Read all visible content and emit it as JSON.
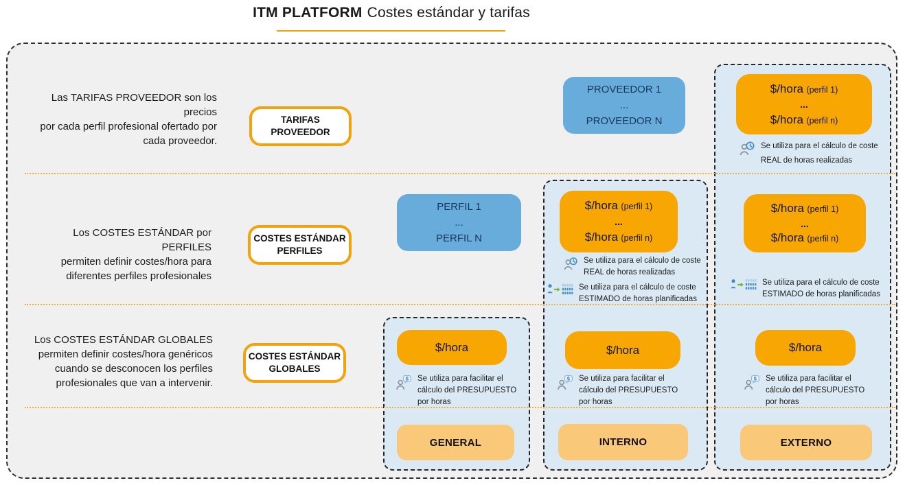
{
  "title": {
    "brand": "ITM PLATFORM",
    "subtitle": "Costes estándar y tarifas"
  },
  "rows": [
    {
      "description": [
        "Las TARIFAS PROVEEDOR son los precios",
        "por cada perfil profesional ofertado por",
        "cada proveedor."
      ],
      "label": [
        "TARIFAS",
        "PROVEEDOR"
      ]
    },
    {
      "description": [
        "Los COSTES ESTÁNDAR por PERFILES",
        "permiten definir costes/hora para",
        "diferentes perfiles profesionales"
      ],
      "label": [
        "COSTES ESTÁNDAR",
        "PERFILES"
      ]
    },
    {
      "description": [
        "Los COSTES ESTÁNDAR GLOBALES",
        "permiten  definir costes/hora genéricos",
        "cuando se desconocen los perfiles",
        "profesionales que van a intervenir."
      ],
      "label": [
        "COSTES ESTÁNDAR",
        "GLOBALES"
      ]
    }
  ],
  "entities": {
    "proveedor": [
      "PROVEEDOR 1",
      "...",
      "PROVEEDOR N"
    ],
    "perfil": [
      "PERFIL 1",
      "...",
      "PERFIL N"
    ]
  },
  "rates": {
    "profile": {
      "line1_main": "$/hora",
      "line1_sub": "(perfil 1)",
      "dots": "...",
      "line2_main": "$/hora",
      "line2_sub": "(perfil n)"
    },
    "global": "$/hora"
  },
  "notes": {
    "real": {
      "icon": "person-clock",
      "lines": [
        "Se utiliza para el cálculo de coste",
        "REAL  de horas realizadas"
      ]
    },
    "estimado": {
      "icon": "person-grid",
      "lines": [
        "Se utiliza para el cálculo de coste",
        "ESTIMADO  de horas planificadas"
      ]
    },
    "presupuesto": {
      "icon": "person-dollar",
      "lines": [
        "Se utiliza para facilitar el",
        "cálculo del PRESUPUESTO",
        "por horas"
      ]
    }
  },
  "columns": {
    "general": {
      "footer": "GENERAL"
    },
    "interno": {
      "footer": "INTERNO"
    },
    "externo": {
      "footer": "EXTERNO"
    }
  },
  "colors": {
    "accent_orange": "#F7A602",
    "light_orange": "#F9C979",
    "border_orange": "#F2A30B",
    "box_blue": "#67ACDB",
    "column_blue": "#DBE9F4",
    "frame_gray": "#F0F0F1"
  }
}
